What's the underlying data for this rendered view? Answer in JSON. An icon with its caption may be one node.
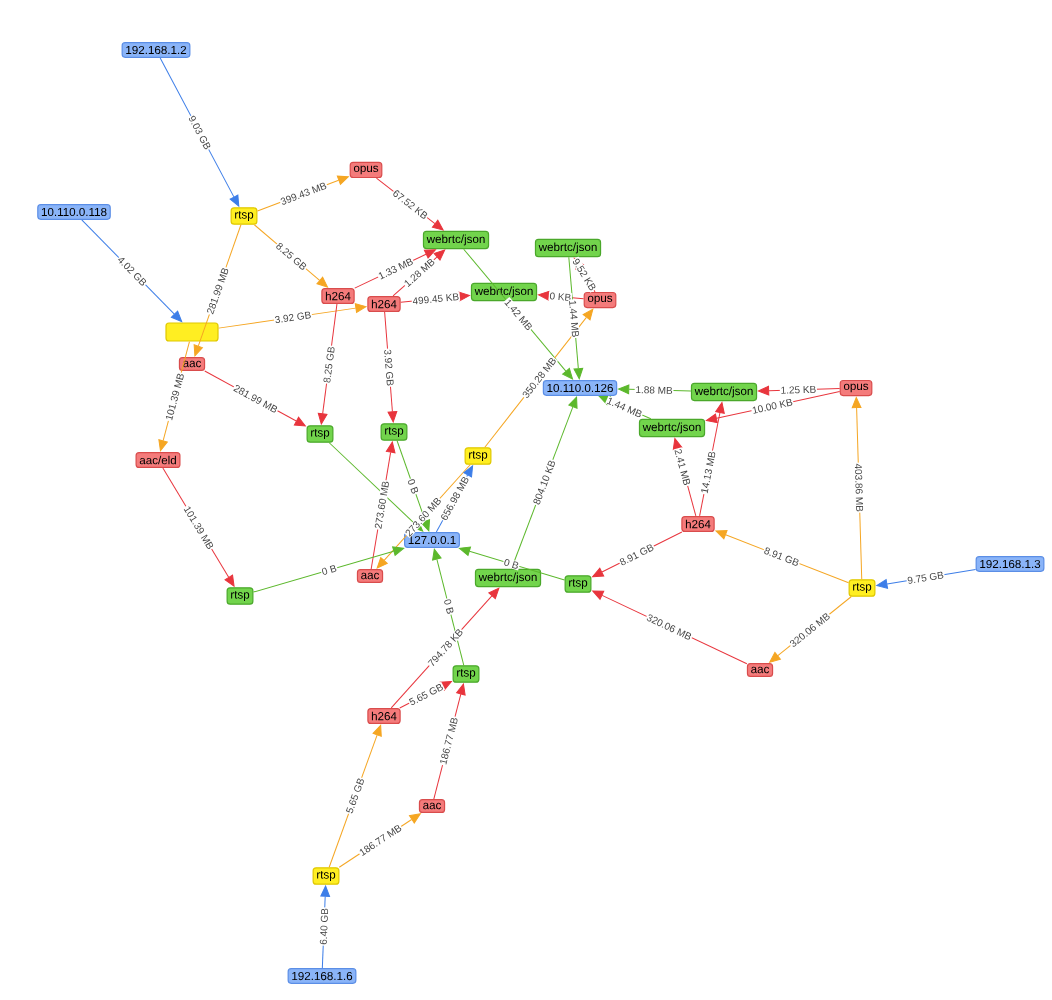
{
  "diagram": {
    "nodes": [
      {
        "text": [
          "192.168.1.2"
        ]
      },
      {
        "text": [
          "10.110.0.118"
        ]
      },
      {
        "text": [
          "rtsp"
        ]
      },
      {
        "text": [
          "opus"
        ]
      },
      {
        "text": [
          "webrtc/json"
        ]
      },
      {
        "text": [
          "webrtc/json"
        ]
      },
      {
        "text": [
          "h264"
        ]
      },
      {
        "text": [
          "h264"
        ]
      },
      {
        "text": [
          "webrtc/json"
        ]
      },
      {
        "text": [
          "opus"
        ]
      },
      {
        "text": [],
        "shape": "box"
      },
      {
        "text": [
          "aac"
        ]
      },
      {
        "text": [
          "aac/eld"
        ]
      },
      {
        "text": [
          "rtsp"
        ]
      },
      {
        "text": [
          "rtsp"
        ]
      },
      {
        "text": [
          "rtsp"
        ]
      },
      {
        "text": [
          "10.110.0.126"
        ]
      },
      {
        "text": [
          "webrtc/json"
        ]
      },
      {
        "text": [
          "webrtc/json"
        ]
      },
      {
        "text": [
          "opus"
        ]
      },
      {
        "text": [
          "127.0.0.1"
        ]
      },
      {
        "text": [
          "aac"
        ]
      },
      {
        "text": [
          "rtsp"
        ]
      },
      {
        "text": [
          "webrtc/json"
        ]
      },
      {
        "text": [
          "rtsp"
        ]
      },
      {
        "text": [
          "h264"
        ]
      },
      {
        "text": [
          "rtsp"
        ]
      },
      {
        "text": [
          "192.168.1.3"
        ]
      },
      {
        "text": [
          "aac"
        ]
      },
      {
        "text": [
          "rtsp"
        ]
      },
      {
        "text": [
          "h264"
        ]
      },
      {
        "text": [
          "aac"
        ]
      },
      {
        "text": [
          "rtsp"
        ]
      },
      {
        "text": [
          "192.168.1.6"
        ]
      }
    ],
    "edges": [
      {
        "from": 0,
        "to": 2,
        "arrow": "to",
        "label": "9.03 GB",
        "color": "#3d7ee8"
      },
      {
        "from": 1,
        "to": 10,
        "arrow": "to",
        "label": "4.02 GB",
        "color": "#3d7ee8"
      },
      {
        "from": 2,
        "to": 3,
        "arrow": "to",
        "label": "399.43 MB",
        "color": "#f5a623"
      },
      {
        "from": 2,
        "to": 6,
        "arrow": "to",
        "label": "8.25 GB",
        "color": "#f5a623"
      },
      {
        "from": 2,
        "to": 11,
        "arrow": "to",
        "label": "281.99 MB",
        "color": "#f5a623"
      },
      {
        "from": 10,
        "to": 7,
        "arrow": "to",
        "label": "3.92 GB",
        "color": "#f5a623"
      },
      {
        "from": 10,
        "to": 12,
        "arrow": "to",
        "label": "101.39 MB",
        "color": "#f5a623"
      },
      {
        "from": 3,
        "to": 4,
        "arrow": "to",
        "label": "67.52 KB"
      },
      {
        "from": 6,
        "to": 4,
        "arrow": "to",
        "label": "1.33 MB"
      },
      {
        "from": 7,
        "to": 4,
        "arrow": "to",
        "label": "1.28 MB"
      },
      {
        "from": 7,
        "to": 8,
        "arrow": "to",
        "label": "499.45 KB"
      },
      {
        "from": 6,
        "to": 13,
        "arrow": "to",
        "label": "8.25 GB"
      },
      {
        "from": 7,
        "to": 14,
        "arrow": "to",
        "label": "3.92 GB"
      },
      {
        "from": 11,
        "to": 13,
        "arrow": "to",
        "label": "281.99 MB"
      },
      {
        "from": 9,
        "to": 5,
        "arrow": "to",
        "label": "9.52 KB"
      },
      {
        "from": 9,
        "to": 8,
        "arrow": "to",
        "label": "0 KB"
      },
      {
        "from": 4,
        "to": 16,
        "arrow": "to",
        "label": "1.42 MB",
        "color": "#5cb82c"
      },
      {
        "from": 5,
        "to": 16,
        "arrow": "to",
        "label": "1.44 MB",
        "color": "#5cb82c"
      },
      {
        "from": 15,
        "to": 9,
        "arrow": "to",
        "label": "350.28 MB",
        "color": "#f5a623"
      },
      {
        "from": 17,
        "to": 16,
        "arrow": "to",
        "label": "1.88 MB",
        "color": "#5cb82c"
      },
      {
        "from": 18,
        "to": 16,
        "arrow": "to",
        "label": "1.44 MB",
        "color": "#5cb82c"
      },
      {
        "from": 19,
        "to": 17,
        "arrow": "to",
        "label": "1.25 KB"
      },
      {
        "from": 19,
        "to": 18,
        "arrow": "to",
        "label": "10.00 KB"
      },
      {
        "from": 25,
        "to": 18,
        "arrow": "to",
        "label": "2.41 MB"
      },
      {
        "from": 25,
        "to": 17,
        "arrow": "to",
        "label": "14.13 MB"
      },
      {
        "from": 26,
        "to": 19,
        "arrow": "to",
        "label": "403.86 MB",
        "color": "#f5a623"
      },
      {
        "from": 26,
        "to": 25,
        "arrow": "to",
        "label": "8.91 GB",
        "color": "#f5a623"
      },
      {
        "from": 26,
        "to": 28,
        "arrow": "to",
        "label": "320.06 MB",
        "color": "#f5a623"
      },
      {
        "from": 27,
        "to": 26,
        "arrow": "to",
        "label": "9.75 GB",
        "color": "#3d7ee8"
      },
      {
        "from": 25,
        "to": 24,
        "arrow": "to",
        "label": "8.91 GB"
      },
      {
        "from": 28,
        "to": 24,
        "arrow": "to",
        "label": "320.06 MB"
      },
      {
        "from": 24,
        "to": 20,
        "arrow": "to",
        "label": "0 B",
        "color": "#5cb82c"
      },
      {
        "from": 23,
        "to": 16,
        "arrow": "to",
        "label": "804.10 KB",
        "color": "#5cb82c"
      },
      {
        "from": 21,
        "to": 14,
        "arrow": "to",
        "label": "273.60 MB"
      },
      {
        "from": 15,
        "to": 21,
        "arrow": "to",
        "label": "273.60 MB",
        "color": "#f5a623"
      },
      {
        "from": 20,
        "to": 15,
        "arrow": "to",
        "label": "656.98 MB",
        "color": "#3d7ee8"
      },
      {
        "from": 13,
        "to": 20,
        "arrow": "to",
        "color": "#5cb82c"
      },
      {
        "from": 14,
        "to": 20,
        "arrow": "to",
        "label": "0 B",
        "color": "#5cb82c"
      },
      {
        "from": 22,
        "to": 20,
        "arrow": "to",
        "label": "0 B",
        "color": "#5cb82c"
      },
      {
        "from": 29,
        "to": 20,
        "arrow": "to",
        "label": "0 B",
        "color": "#5cb82c"
      },
      {
        "from": 12,
        "to": 22,
        "arrow": "to",
        "label": "101.39 MB"
      },
      {
        "from": 30,
        "to": 29,
        "arrow": "to",
        "label": "5.65 GB"
      },
      {
        "from": 31,
        "to": 29,
        "arrow": "to",
        "label": "186.77 MB"
      },
      {
        "from": 30,
        "to": 23,
        "arrow": "to",
        "label": "794.78 KB"
      },
      {
        "from": 32,
        "to": 30,
        "arrow": "to",
        "label": "5.65 GB",
        "color": "#f5a623"
      },
      {
        "from": 32,
        "to": 31,
        "arrow": "to",
        "label": "186.77 MB",
        "color": "#f5a623"
      },
      {
        "from": 33,
        "to": 32,
        "arrow": "to",
        "label": "6.40 GB",
        "color": "#3d7ee8"
      }
    ]
  }
}
